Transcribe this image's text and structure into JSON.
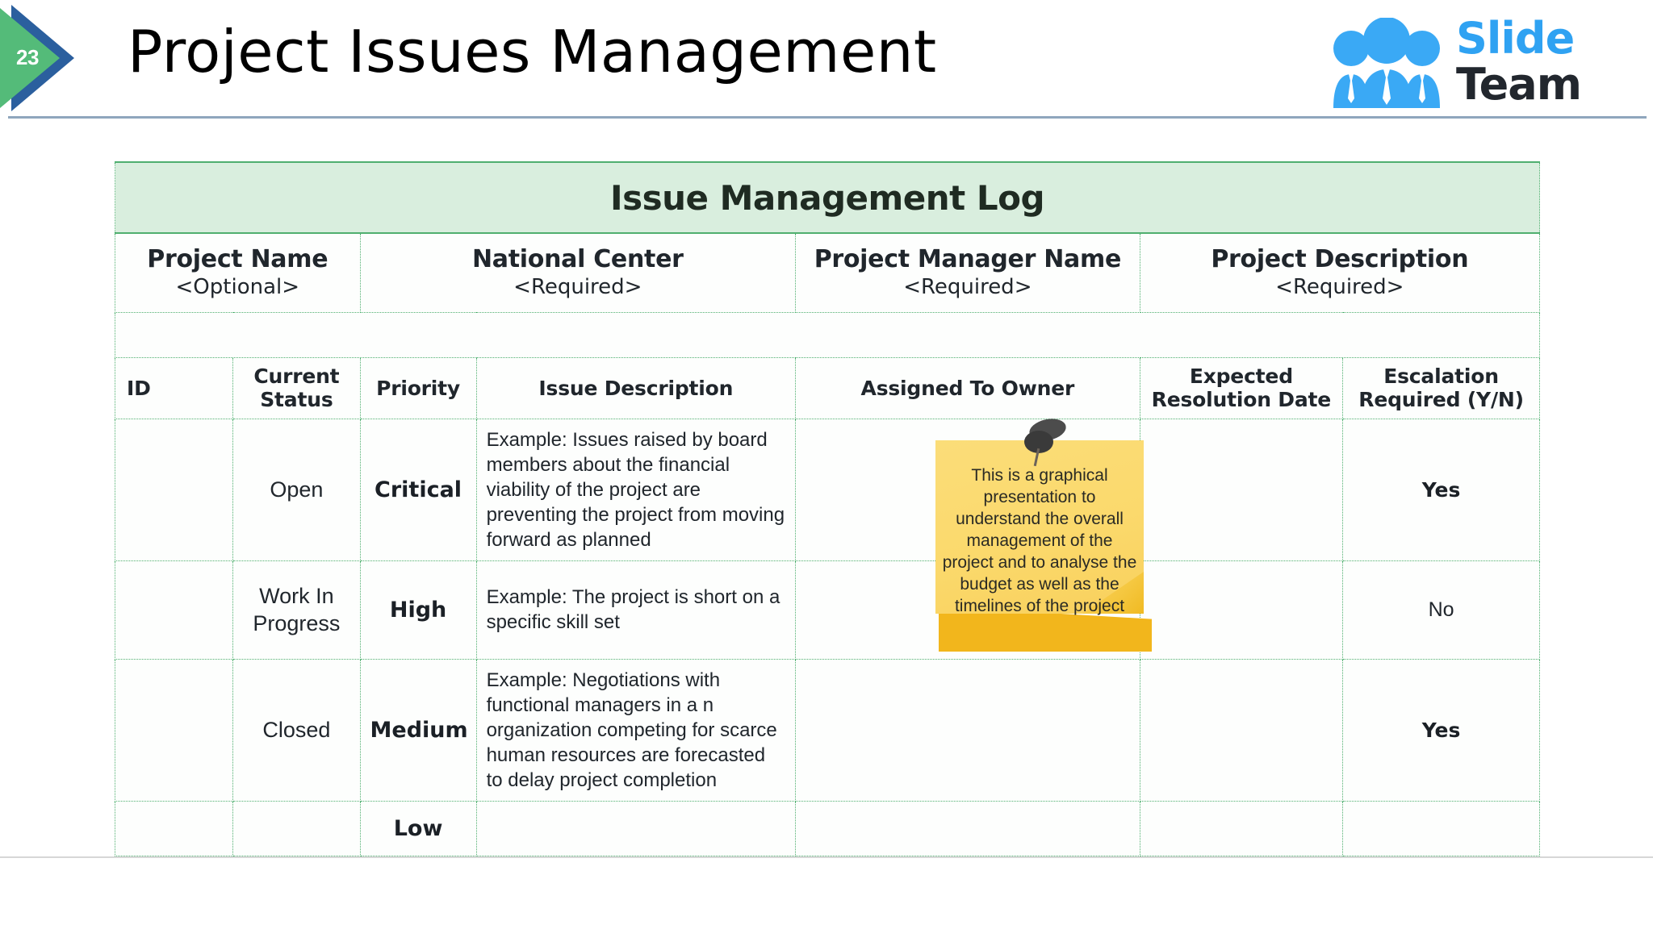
{
  "header": {
    "slide_number": "23",
    "title": "Project Issues Management",
    "logo": {
      "word1": "Slide",
      "word2": "Team",
      "icon": "people-group-icon",
      "brand_blue": "#2fa2f2",
      "brand_dark": "#22272e"
    },
    "badge_green": "#54bb79",
    "badge_navy": "#2b5f9e"
  },
  "table": {
    "banner_title": "Issue Management Log",
    "banner_bg": "#d9eede",
    "banner_border": "#4faf6f",
    "grid_color": "#4faf6f",
    "meta": [
      {
        "title": "Project Name",
        "sub": "<Optional>"
      },
      {
        "title": "National Center",
        "sub": "<Required>"
      },
      {
        "title": "Project Manager Name",
        "sub": "<Required>"
      },
      {
        "title": "Project Description",
        "sub": "<Required>"
      }
    ],
    "columns": [
      "ID",
      "Current Status",
      "Priority",
      "Issue Description",
      "Assigned To Owner",
      "Expected Resolution Date",
      "Escalation Required (Y/N)"
    ],
    "columns_line1": [
      "ID",
      "Current",
      "Priority",
      "Issue Description",
      "Assigned To Owner",
      "Expected",
      "Escalation"
    ],
    "columns_line2": [
      "",
      "Status",
      "",
      "",
      "",
      "Resolution Date",
      "Required (Y/N)"
    ],
    "rows": [
      {
        "id": "",
        "status_line1": "Open",
        "status_line2": "",
        "priority": "Critical",
        "description": "Example: Issues raised by board members about the financial viability of the project are preventing the project from moving forward as planned",
        "owner": "",
        "expected_resolution_date": "",
        "escalation": "Yes",
        "escalation_bold": true
      },
      {
        "id": "",
        "status_line1": "Work In",
        "status_line2": "Progress",
        "priority": "High",
        "description": "Example: The project is short on a specific skill set",
        "owner": "",
        "expected_resolution_date": "",
        "escalation": "No",
        "escalation_bold": false
      },
      {
        "id": "",
        "status_line1": "Closed",
        "status_line2": "",
        "priority": "Medium",
        "description": "Example: Negotiations with functional managers in a n organization competing for scarce human resources are forecasted to delay project completion",
        "owner": "",
        "expected_resolution_date": "",
        "escalation": "Yes",
        "escalation_bold": true
      },
      {
        "id": "",
        "status_line1": "",
        "status_line2": "",
        "priority": "Low",
        "description": "",
        "owner": "",
        "expected_resolution_date": "",
        "escalation": "",
        "escalation_bold": false
      }
    ]
  },
  "sticky_note": {
    "text": "This is a graphical presentation to understand the overall management of the project and to analyse the budget as well as the timelines of the project",
    "paper_color": "#fbd96c",
    "shadow_color": "#f2b61c",
    "pin_color": "#4c4c4c"
  }
}
